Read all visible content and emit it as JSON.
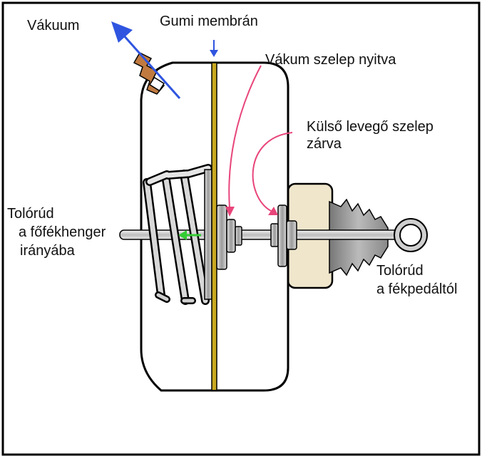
{
  "labels": {
    "vacuum": "Vákuum",
    "membrane": "Gumi membrán",
    "vacuum_valve": "Vákum szelep nyitva",
    "air_valve_line1": "Külső levegő szelep",
    "air_valve_line2": "zárva",
    "rod_left_line1": "Tolórúd",
    "rod_left_line2": "a főfékhenger",
    "rod_left_line3": "irányába",
    "rod_right_line1": "Tolórúd",
    "rod_right_line2": "a fékpedáltól"
  },
  "colors": {
    "vacuum_arrow": "#2f55e0",
    "membrane_arrow": "#2f55e0",
    "valve_arrows": "#e8457a",
    "green_arrow": "#33cc33",
    "membrane": "#c8a820",
    "fitting": "#c07a40",
    "filter": "#efe6cc",
    "frame": "#000000"
  }
}
